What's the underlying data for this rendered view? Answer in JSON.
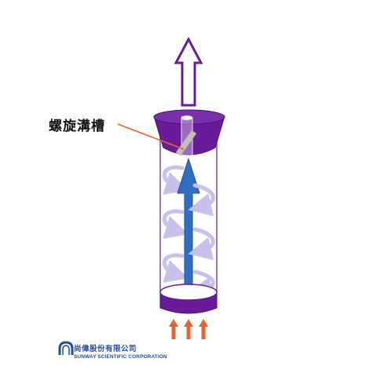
{
  "labels": {
    "callout": "螺旋溝槽"
  },
  "logo": {
    "chinese": "尚偉股份有限公司",
    "english": "SUNWAY SCIENTIFIC CORPORATION"
  },
  "colors": {
    "purple": "#6a1b9a",
    "tube_outline": "#7a4ca6",
    "blue_arrow": "#2f6fc0",
    "swirl": "#c8c0ea",
    "orange": "#e8622a",
    "gray_bar": "#c2bfb4",
    "logo_blue": "#1f4e9c"
  },
  "icons": {
    "outflow": "hollow-up-arrow-icon",
    "inflow": "orange-up-arrow-icon",
    "swirl": "swirl-arrow-icon",
    "logo": "sunway-logo-icon"
  }
}
